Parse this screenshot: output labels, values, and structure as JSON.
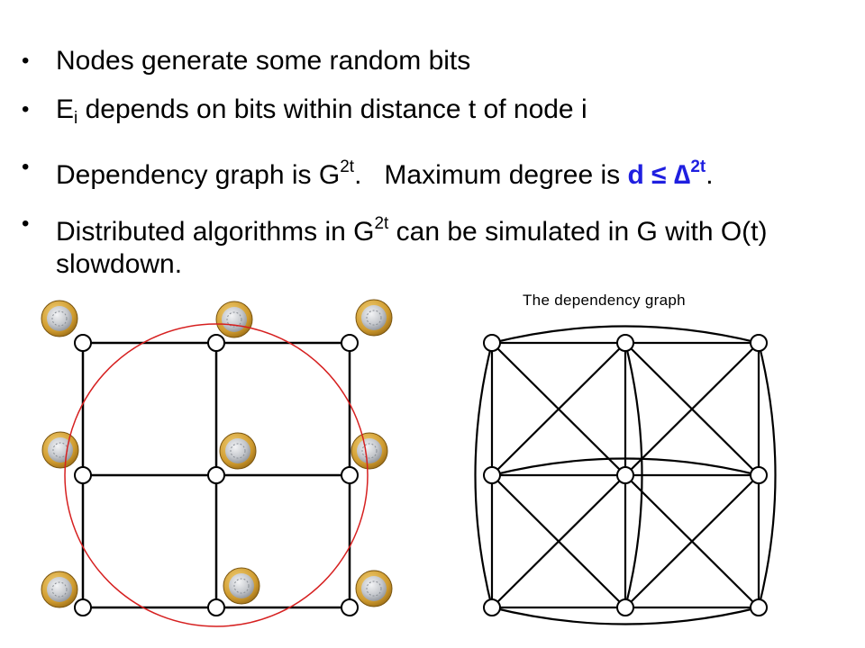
{
  "bullets": [
    {
      "text": "Nodes generate some random bits"
    },
    {
      "pre": "E",
      "sub": "i",
      "post": " depends on bits within distance t of node i"
    },
    {
      "pre": "Dependency graph is G",
      "sup": "2t",
      "mid": ".   Maximum degree is ",
      "emph_pre": "d ≤ ",
      "emph_delta": "∆",
      "emph_sup": "2t",
      "post": "."
    },
    {
      "pre": "Distributed algorithms in G",
      "sup": "2t",
      "post": " can be simulated in G with O(t) slowdown."
    }
  ],
  "right_caption": "The dependency graph",
  "colors": {
    "emphasis": "#1f1fe0",
    "radius_circle": "#d62020",
    "coin_outer": "#d4a23a",
    "coin_inner": "#c9ccd1"
  },
  "icons": {
    "coin": "euro-coin-icon"
  }
}
